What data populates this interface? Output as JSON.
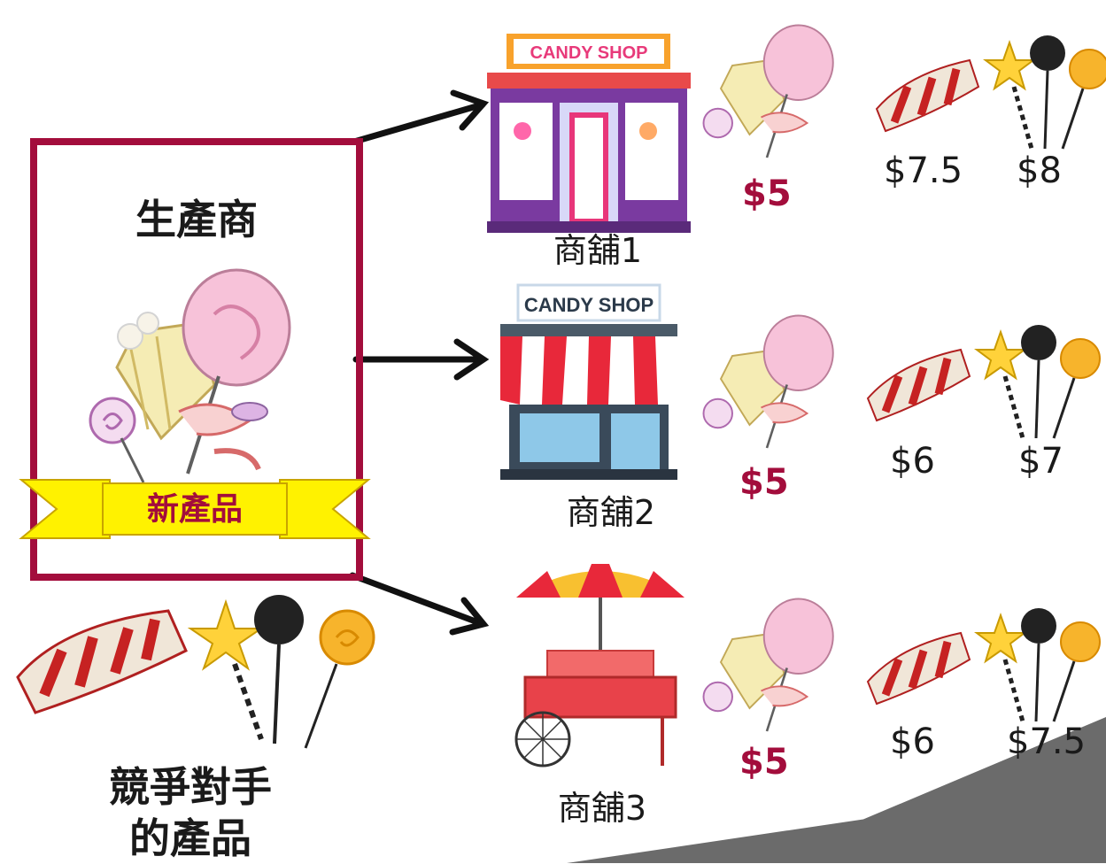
{
  "producer": {
    "title": "生產商",
    "new_product_label": "新產品"
  },
  "competitor": {
    "label_line1": "競爭對手",
    "label_line2": "的產品"
  },
  "stores": [
    {
      "name": "商舖1",
      "sign_text": "CANDY SHOP",
      "new_product_price": "$5",
      "competitor_prices": [
        "$7.5",
        "$8"
      ]
    },
    {
      "name": "商舖2",
      "sign_text": "CANDY SHOP",
      "new_product_price": "$5",
      "competitor_prices": [
        "$6",
        "$7"
      ]
    },
    {
      "name": "商舖3",
      "new_product_price": "$5",
      "competitor_prices": [
        "$6",
        "$7.5"
      ]
    }
  ],
  "colors": {
    "accent": "#a30d3c",
    "ribbon": "#fff200",
    "arrow": "#111111"
  },
  "icons": [
    "candy-bundle-icon",
    "competitor-candy-icon",
    "candy-shop-icon",
    "store-front-icon",
    "candy-cart-icon"
  ]
}
